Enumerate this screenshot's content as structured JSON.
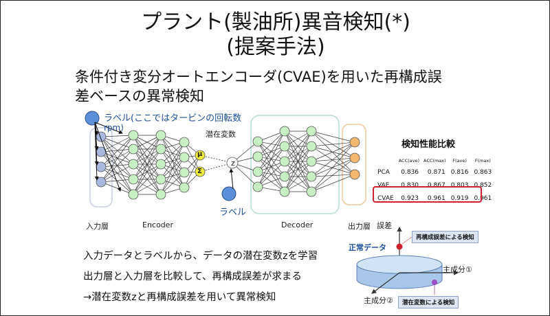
{
  "slide": {
    "title_line1": "プラント(製油所)異音検知(*)",
    "title_line2": "(提案手法)",
    "bullet_line1": "条件付き変分オートエンコーダ(CVAE)を用いた再構成誤",
    "bullet_line2": "差ベースの異常検知"
  },
  "network": {
    "label_top_line1": "ラベル(ここではタービンの回転数",
    "label_top_line2": "rpm)",
    "latent_title": "潜在変数",
    "mu": "μ",
    "sigma": "Σ",
    "z": "z",
    "label_bottom": "ラベル",
    "input_layer": "入力層",
    "encoder": "Encoder",
    "decoder": "Decoder",
    "output_layer": "出力層"
  },
  "comparison": {
    "title": "検知性能比較",
    "columns": [
      "",
      "ACC(ave)",
      "ACC(max)",
      "F(ave)",
      "F(max)"
    ],
    "rows": [
      {
        "name": "PCA",
        "values": [
          "0.836",
          "0.871",
          "0.816",
          "0.863"
        ]
      },
      {
        "name": "VAE",
        "values": [
          "0.830",
          "0.867",
          "0.803",
          "0.852"
        ]
      },
      {
        "name": "CVAE",
        "values": [
          "0.923",
          "0.961",
          "0.919",
          "0.961"
        ]
      }
    ]
  },
  "latent_plot": {
    "y_axis": "誤差",
    "normal_data": "正常データ",
    "pc1": "主成分①",
    "pc2": "主成分②",
    "recon_error_label": "再構成誤差による検知",
    "latent_label": "潜在変数による検知"
  },
  "bottom": {
    "line1": "入力データとラベルから、データの潜在変数zを学習",
    "line2": "出力層と入力層を比較して、再構成誤差が求まる",
    "line3": "→潜在変数zと再構成誤差を用いて異常検知"
  },
  "colors": {
    "node_input": "#a9b8df",
    "node_green": "#c9efc4",
    "node_yellow": "#f2ea3a",
    "node_output": "#f4b870",
    "label_node": "#5b8fd8",
    "highlight": "#d1202e",
    "label_text": "#1f4e9a"
  }
}
